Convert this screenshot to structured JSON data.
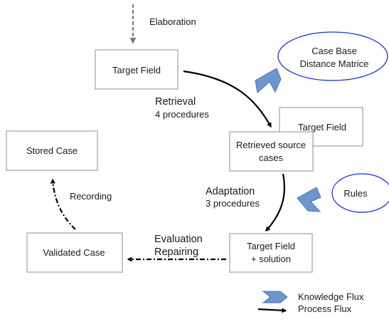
{
  "diagram": {
    "top_label": "Elaboration",
    "nodes": {
      "target_field_top": "Target Field",
      "target_field_right": "Target Field",
      "retrieved_line1": "Retrieved source",
      "retrieved_line2": "cases",
      "stored_case": "Stored Case",
      "validated_case": "Validated Case",
      "solution_line1": "Target Field",
      "solution_line2": "+ solution"
    },
    "knowledge_sources": {
      "case_base_line1": "Case Base",
      "case_base_line2": "Distance Matrice",
      "rules": "Rules"
    },
    "edge_labels": {
      "retrieval": "Retrieval",
      "retrieval_sub": "4 procedures",
      "adaptation": "Adaptation",
      "adaptation_sub": "3 procedures",
      "evaluation": "Evaluation",
      "repairing": "Repairing",
      "recording": "Recording"
    },
    "legend": {
      "knowledge": "Knowledge Flux",
      "process": "Process Flux"
    },
    "colors": {
      "chevron_fill": "#6f95cf",
      "ellipse_stroke": "#1f2fd4",
      "box_stroke": "#8c8c8c"
    }
  }
}
